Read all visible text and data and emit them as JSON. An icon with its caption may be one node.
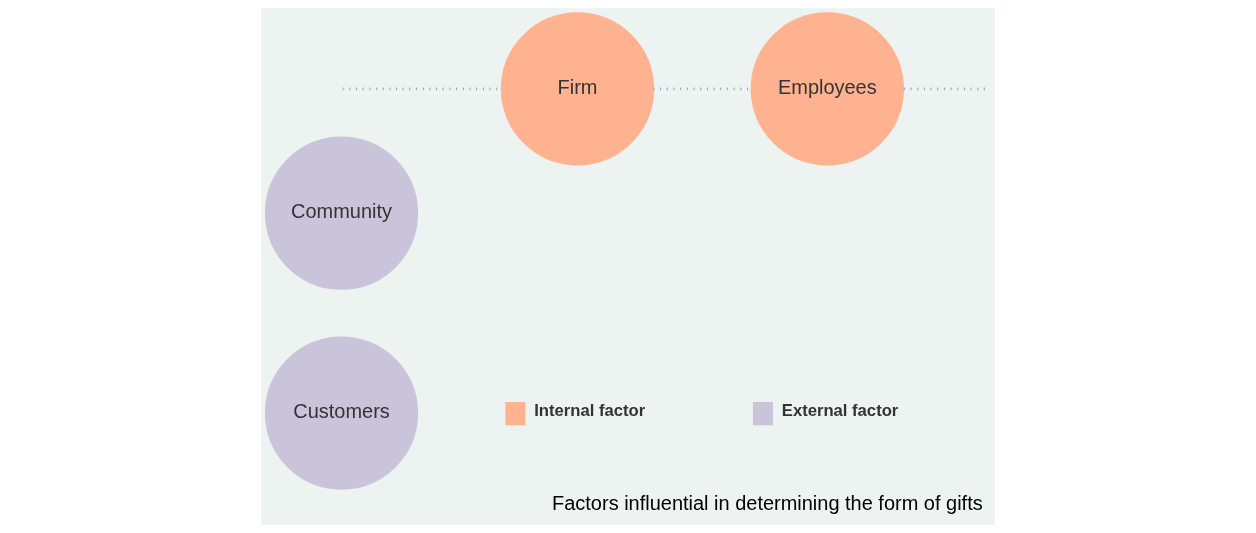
{
  "diagram": {
    "title": "Factors influential in determining the form of gifts",
    "nodes": [
      {
        "text": [
          "Customers"
        ]
      },
      {
        "text": [
          "Community"
        ]
      },
      {
        "text": [
          "Employees"
        ]
      },
      {
        "text": [
          "Firm"
        ]
      }
    ],
    "edges": [
      {
        "from": null,
        "to": 3,
        "arrow": "none",
        "style": "dashed"
      },
      {
        "from": 3,
        "to": 2,
        "arrow": "none",
        "style": "dashed"
      },
      {
        "from": 2,
        "to": null,
        "arrow": "none",
        "style": "dashed"
      }
    ],
    "legend": [
      {
        "text": "Internal factor",
        "color": "#ffb28f"
      },
      {
        "text": "External factor",
        "color": "#c9c4da"
      }
    ]
  }
}
